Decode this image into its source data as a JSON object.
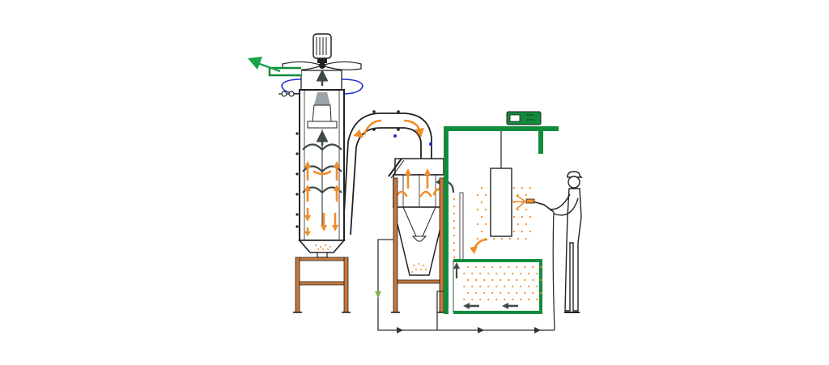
{
  "colors": {
    "background": "#ffffff",
    "line": "#333333",
    "powder_orange": "#f28c28",
    "frame_brown": "#c8783a",
    "machine_green": "#118c3c",
    "air_arrow_green": "#16a34a",
    "duct_blue": "#1f2fd0",
    "arrow_dark": "#3f4a44",
    "return_green": "#7ab648",
    "filter_grey": "#9aa3a8"
  },
  "icons": {
    "motor": "motor-icon",
    "fan": "fan-icon",
    "exhaust": "exhaust-arrow-icon",
    "operator": "operator-icon",
    "spray_gun": "spray-gun-icon",
    "conveyor": "conveyor-rail-icon"
  },
  "components": [
    "cartridge-filter-unit",
    "cyclone-separator",
    "spray-booth",
    "powder-recovery-tray",
    "conveyor",
    "workpiece",
    "operator"
  ]
}
